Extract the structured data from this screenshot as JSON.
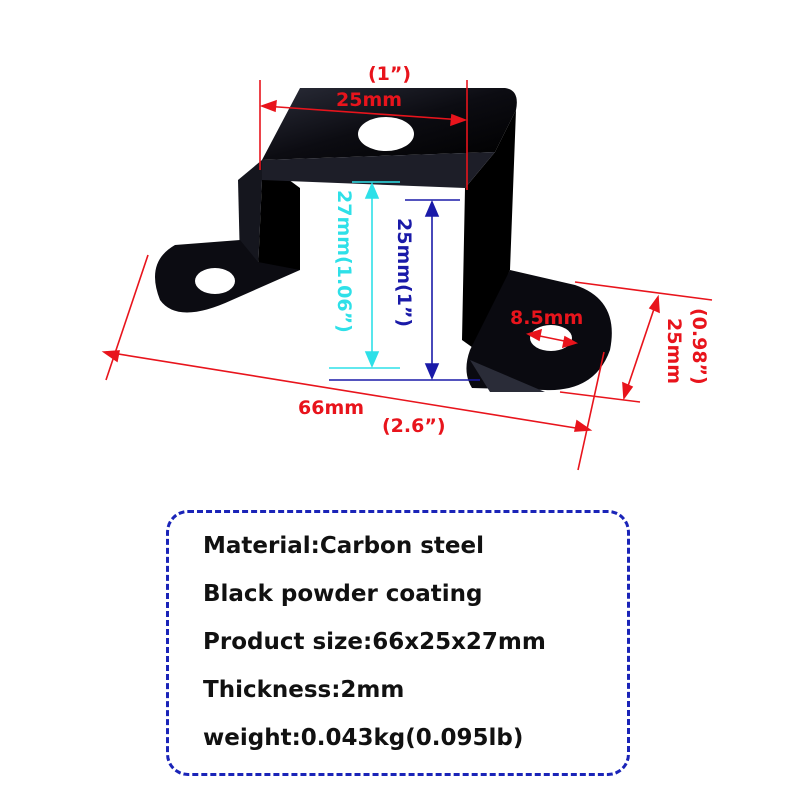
{
  "dimensions": {
    "top_inch": "(1”)",
    "top_mm": "25mm",
    "inner_height_cyan": "27mm(1.06”)",
    "inner_height_blue": "25mm(1”)",
    "hole": "8.5mm",
    "foot_width": "25mm",
    "foot_width_inch": "(0.98”)",
    "total_length": "66mm",
    "total_length_inch": "(2.6”)"
  },
  "specs": {
    "material": "Material:Carbon steel",
    "coating": "Black powder coating",
    "size": "Product size:66x25x27mm",
    "thickness": "Thickness:2mm",
    "weight": "weight:0.043kg(0.095lb)"
  },
  "colors": {
    "dimension_red": "#e8141c",
    "dimension_cyan": "#2ee0e8",
    "dimension_blue": "#1a1aa8",
    "box_border": "#1a24b8",
    "bracket": "#0c0c12"
  }
}
